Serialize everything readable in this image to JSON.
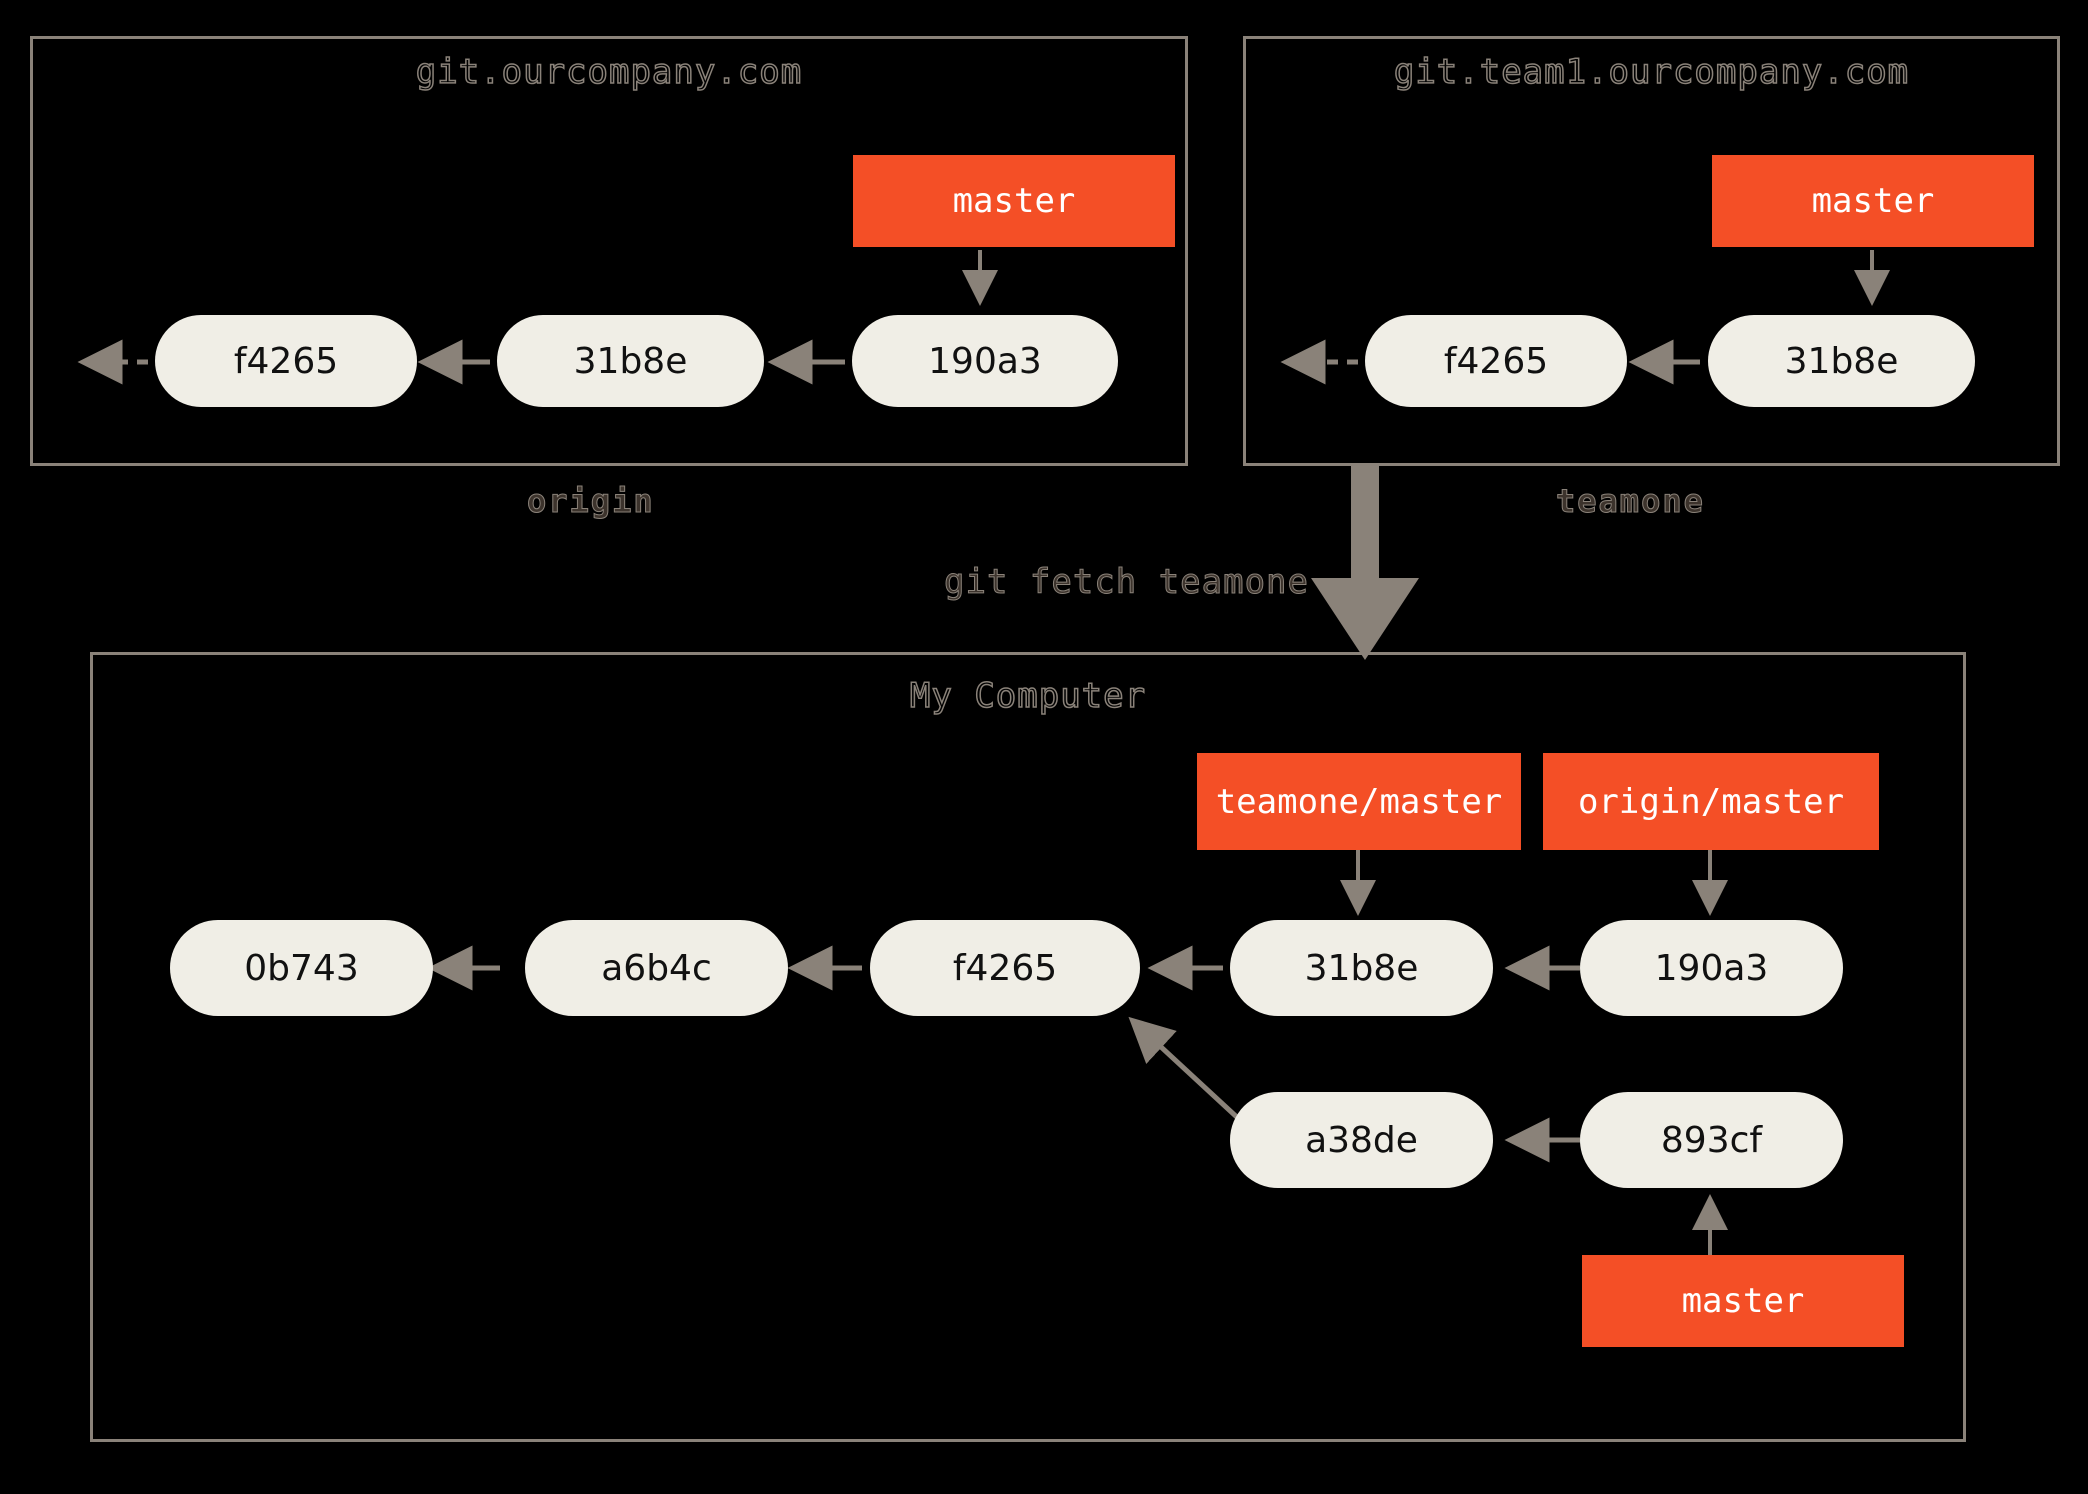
{
  "diagram": {
    "background_color": "#000000",
    "node_color": "#f0eee6",
    "branch_color": "#f44f26",
    "edge_color": "#8a8279",
    "command_label": "git fetch teamone",
    "panels": [
      {
        "id": "origin-panel",
        "title": "git.ourcompany.com",
        "caption": "origin",
        "commits": [
          "f4265",
          "31b8e",
          "190a3"
        ],
        "branches": [
          "master"
        ]
      },
      {
        "id": "teamone-panel",
        "title": "git.team1.ourcompany.com",
        "caption": "teamone",
        "commits": [
          "f4265",
          "31b8e"
        ],
        "branches": [
          "master"
        ]
      },
      {
        "id": "mycomputer-panel",
        "title": "My Computer",
        "caption": "",
        "commits": [
          "0b743",
          "a6b4c",
          "f4265",
          "31b8e",
          "190a3",
          "a38de",
          "893cf"
        ],
        "branches": [
          "teamone/master",
          "origin/master",
          "master"
        ]
      }
    ]
  },
  "origin_panel": {
    "title": "git.ourcompany.com",
    "caption": "origin",
    "branch_master": "master",
    "commit_f4265": "f4265",
    "commit_31b8e": "31b8e",
    "commit_190a3": "190a3"
  },
  "teamone_panel": {
    "title": "git.team1.ourcompany.com",
    "caption": "teamone",
    "branch_master": "master",
    "commit_f4265": "f4265",
    "commit_31b8e": "31b8e"
  },
  "mycomputer_panel": {
    "title": "My Computer",
    "branch_teamone_master": "teamone/master",
    "branch_origin_master": "origin/master",
    "branch_master": "master",
    "commit_0b743": "0b743",
    "commit_a6b4c": "a6b4c",
    "commit_f4265": "f4265",
    "commit_31b8e": "31b8e",
    "commit_190a3": "190a3",
    "commit_a38de": "a38de",
    "commit_893cf": "893cf"
  },
  "fetch": {
    "command": "git fetch teamone"
  }
}
